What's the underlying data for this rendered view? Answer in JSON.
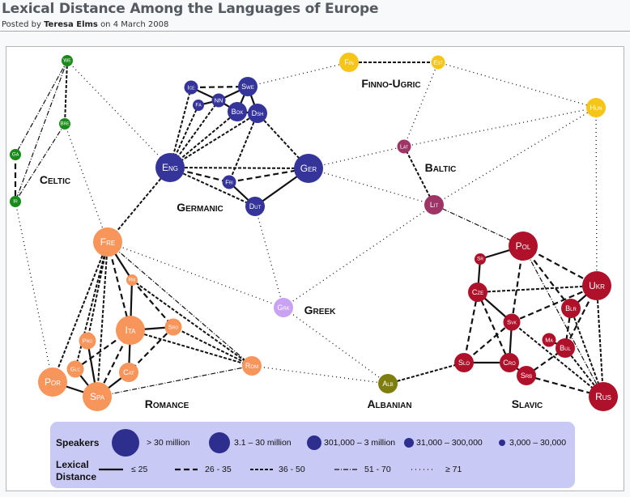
{
  "header": {
    "title": "Lexical Distance Among the Languages of Europe",
    "posted_by_prefix": "Posted by",
    "author": "Teresa Elms",
    "date_prefix": "on",
    "date": "4 March 2008"
  },
  "families": {
    "celtic": {
      "label": "Celtic",
      "color": "#1a8a1a"
    },
    "germanic": {
      "label": "Germanic",
      "color": "#34349a"
    },
    "finno_ugric": {
      "label": "Finno-Ugric",
      "color": "#f5c518"
    },
    "baltic": {
      "label": "Baltic",
      "color": "#9e3566"
    },
    "romance": {
      "label": "Romance",
      "color": "#f7955b"
    },
    "greek": {
      "label": "Greek",
      "color": "#c9a2f2"
    },
    "albanian": {
      "label": "Albanian",
      "color": "#7e7e10"
    },
    "slavic": {
      "label": "Slavic",
      "color": "#b0112a"
    }
  },
  "nodes": [
    {
      "id": "We",
      "label": "We",
      "family": "celtic",
      "speakers_class": 5
    },
    {
      "id": "Bre",
      "label": "Bre",
      "family": "celtic",
      "speakers_class": 5
    },
    {
      "id": "Ga",
      "label": "Ga",
      "family": "celtic",
      "speakers_class": 5
    },
    {
      "id": "Ir",
      "label": "Ir",
      "family": "celtic",
      "speakers_class": 5
    },
    {
      "id": "ICE",
      "label": "Ice",
      "family": "germanic",
      "speakers_class": 4
    },
    {
      "id": "Fa",
      "label": "Fa",
      "family": "germanic",
      "speakers_class": 5
    },
    {
      "id": "NN",
      "label": "NN",
      "family": "germanic",
      "speakers_class": 4
    },
    {
      "id": "SWE",
      "label": "Swe",
      "family": "germanic",
      "speakers_class": 2
    },
    {
      "id": "BOK",
      "label": "Bok",
      "family": "germanic",
      "speakers_class": 2
    },
    {
      "id": "DSH",
      "label": "Dsh",
      "family": "germanic",
      "speakers_class": 2
    },
    {
      "id": "ENG",
      "label": "Eng",
      "family": "germanic",
      "speakers_class": 1
    },
    {
      "id": "GER",
      "label": "Ger",
      "family": "germanic",
      "speakers_class": 1
    },
    {
      "id": "Fri",
      "label": "Fri",
      "family": "germanic",
      "speakers_class": 4
    },
    {
      "id": "DUT",
      "label": "Dut",
      "family": "germanic",
      "speakers_class": 2
    },
    {
      "id": "FIN",
      "label": "Fin",
      "family": "finno_ugric",
      "speakers_class": 2
    },
    {
      "id": "Est",
      "label": "Est",
      "family": "finno_ugric",
      "speakers_class": 4
    },
    {
      "id": "HUN",
      "label": "Hun",
      "family": "finno_ugric",
      "speakers_class": 2
    },
    {
      "id": "Lat",
      "label": "Lat",
      "family": "baltic",
      "speakers_class": 4
    },
    {
      "id": "LIT",
      "label": "Lit",
      "family": "baltic",
      "speakers_class": 2
    },
    {
      "id": "FRE",
      "label": "Fre",
      "family": "romance",
      "speakers_class": 1
    },
    {
      "id": "Rm",
      "label": "Rm",
      "family": "romance",
      "speakers_class": 5
    },
    {
      "id": "ITA",
      "label": "Ita",
      "family": "romance",
      "speakers_class": 1
    },
    {
      "id": "SRO",
      "label": "Sro",
      "family": "romance",
      "speakers_class": 3
    },
    {
      "id": "PRO",
      "label": "Pro",
      "family": "romance",
      "speakers_class": 3
    },
    {
      "id": "GLC",
      "label": "Glc",
      "family": "romance",
      "speakers_class": 3
    },
    {
      "id": "CAT",
      "label": "Cat",
      "family": "romance",
      "speakers_class": 2
    },
    {
      "id": "POR",
      "label": "Por",
      "family": "romance",
      "speakers_class": 1
    },
    {
      "id": "SPA",
      "label": "Spa",
      "family": "romance",
      "speakers_class": 1
    },
    {
      "id": "ROM",
      "label": "Rom",
      "family": "romance",
      "speakers_class": 2
    },
    {
      "id": "GRK",
      "label": "Grk",
      "family": "greek",
      "speakers_class": 2
    },
    {
      "id": "ALB",
      "label": "Alb",
      "family": "albanian",
      "speakers_class": 2
    },
    {
      "id": "POL",
      "label": "Pol",
      "family": "slavic",
      "speakers_class": 1
    },
    {
      "id": "Sr",
      "label": "Sr",
      "family": "slavic",
      "speakers_class": 5
    },
    {
      "id": "CZE",
      "label": "Cze",
      "family": "slavic",
      "speakers_class": 2
    },
    {
      "id": "UKR",
      "label": "Ukr",
      "family": "slavic",
      "speakers_class": 1
    },
    {
      "id": "BLR",
      "label": "Blr",
      "family": "slavic",
      "speakers_class": 2
    },
    {
      "id": "SVK",
      "label": "Svk",
      "family": "slavic",
      "speakers_class": 3
    },
    {
      "id": "Ma",
      "label": "Ma",
      "family": "slavic",
      "speakers_class": 4
    },
    {
      "id": "BUL",
      "label": "Bul",
      "family": "slavic",
      "speakers_class": 2
    },
    {
      "id": "SLO",
      "label": "Slo",
      "family": "slavic",
      "speakers_class": 2
    },
    {
      "id": "CRO",
      "label": "Cro",
      "family": "slavic",
      "speakers_class": 2
    },
    {
      "id": "SRB",
      "label": "Srb",
      "family": "slavic",
      "speakers_class": 2
    },
    {
      "id": "RUS",
      "label": "Rus",
      "family": "slavic",
      "speakers_class": 1
    }
  ],
  "edges": [
    [
      "We",
      "Bre",
      3
    ],
    [
      "Ga",
      "Ir",
      2
    ],
    [
      "We",
      "Ga",
      4
    ],
    [
      "We",
      "Ir",
      4
    ],
    [
      "Bre",
      "Ir",
      4
    ],
    [
      "We",
      "ENG",
      5
    ],
    [
      "Bre",
      "FRE",
      5
    ],
    [
      "Ir",
      "POR",
      5
    ],
    [
      "ICE",
      "SWE",
      2
    ],
    [
      "ICE",
      "NN",
      1
    ],
    [
      "NN",
      "SWE",
      1
    ],
    [
      "Fa",
      "NN",
      1
    ],
    [
      "SWE",
      "BOK",
      1
    ],
    [
      "SWE",
      "DSH",
      1
    ],
    [
      "BOK",
      "DSH",
      1
    ],
    [
      "NN",
      "BOK",
      1
    ],
    [
      "ICE",
      "ENG",
      3
    ],
    [
      "Fa",
      "ENG",
      3
    ],
    [
      "NN",
      "ENG",
      3
    ],
    [
      "BOK",
      "ENG",
      3
    ],
    [
      "DSH",
      "ENG",
      3
    ],
    [
      "ENG",
      "GER",
      3
    ],
    [
      "ENG",
      "Fri",
      2
    ],
    [
      "ENG",
      "DUT",
      3
    ],
    [
      "Fri",
      "GER",
      2
    ],
    [
      "Fri",
      "DUT",
      1
    ],
    [
      "DUT",
      "GER",
      1
    ],
    [
      "DSH",
      "GER",
      3
    ],
    [
      "DSH",
      "Fri",
      3
    ],
    [
      "SWE",
      "FIN",
      5
    ],
    [
      "GER",
      "Lat",
      5
    ],
    [
      "GER",
      "LIT",
      5
    ],
    [
      "ENG",
      "FRE",
      3
    ],
    [
      "DUT",
      "GRK",
      5
    ],
    [
      "FIN",
      "Est",
      3
    ],
    [
      "Est",
      "HUN",
      5
    ],
    [
      "Est",
      "Lat",
      5
    ],
    [
      "Lat",
      "HUN",
      5
    ],
    [
      "LIT",
      "HUN",
      5
    ],
    [
      "HUN",
      "UKR",
      5
    ],
    [
      "Lat",
      "LIT",
      3
    ],
    [
      "LIT",
      "POL",
      4
    ],
    [
      "LIT",
      "GRK",
      5
    ],
    [
      "FRE",
      "Rm",
      1
    ],
    [
      "Rm",
      "ITA",
      1
    ],
    [
      "ITA",
      "SRO",
      1
    ],
    [
      "ITA",
      "CAT",
      1
    ],
    [
      "CAT",
      "SPA",
      1
    ],
    [
      "POR",
      "SPA",
      1
    ],
    [
      "GLC",
      "SPA",
      1
    ],
    [
      "PRO",
      "SPA",
      1
    ],
    [
      "FRE",
      "POR",
      3
    ],
    [
      "FRE",
      "GLC",
      3
    ],
    [
      "FRE",
      "PRO",
      3
    ],
    [
      "FRE",
      "SPA",
      3
    ],
    [
      "FRE",
      "ITA",
      2
    ],
    [
      "ITA",
      "SPA",
      2
    ],
    [
      "ITA",
      "GLC",
      2
    ],
    [
      "SRO",
      "CAT",
      2
    ],
    [
      "Rm",
      "SRO",
      2
    ],
    [
      "Rm",
      "ROM",
      3
    ],
    [
      "SRO",
      "ROM",
      3
    ],
    [
      "ITA",
      "ROM",
      3
    ],
    [
      "FRE",
      "ROM",
      4
    ],
    [
      "SPA",
      "ROM",
      4
    ],
    [
      "FRE",
      "GRK",
      5
    ],
    [
      "ROM",
      "ALB",
      5
    ],
    [
      "GRK",
      "ALB",
      5
    ],
    [
      "ALB",
      "SLO",
      3
    ],
    [
      "POL",
      "Sr",
      1
    ],
    [
      "Sr",
      "CZE",
      1
    ],
    [
      "CZE",
      "SVK",
      1
    ],
    [
      "SVK",
      "CRO",
      1
    ],
    [
      "SLO",
      "CRO",
      1
    ],
    [
      "CRO",
      "SRB",
      1
    ],
    [
      "POL",
      "SVK",
      2
    ],
    [
      "POL",
      "UKR",
      2
    ],
    [
      "POL",
      "BLR",
      2
    ],
    [
      "POL",
      "RUS",
      4
    ],
    [
      "CZE",
      "UKR",
      3
    ],
    [
      "CZE",
      "SLO",
      2
    ],
    [
      "CZE",
      "CRO",
      2
    ],
    [
      "SVK",
      "UKR",
      2
    ],
    [
      "SVK",
      "SLO",
      2
    ],
    [
      "SVK",
      "RUS",
      3
    ],
    [
      "UKR",
      "BLR",
      1
    ],
    [
      "UKR",
      "BUL",
      2
    ],
    [
      "UKR",
      "RUS",
      3
    ],
    [
      "BLR",
      "RUS",
      3
    ],
    [
      "BLR",
      "BUL",
      2
    ],
    [
      "BUL",
      "RUS",
      3
    ],
    [
      "SRB",
      "RUS",
      2
    ],
    [
      "SRB",
      "BUL",
      2
    ],
    [
      "Ma",
      "BUL",
      1
    ]
  ],
  "legend": {
    "speakers_title": "Speakers",
    "speakers": [
      "> 30 million",
      "3.1 – 30 million",
      "301,000 – 3 million",
      "31,000 – 300,000",
      "3,000 – 30,000"
    ],
    "distance_title_1": "Lexical",
    "distance_title_2": "Distance",
    "distances": [
      "≤ 25",
      "26 - 35",
      "36 - 50",
      "51 - 70",
      "≥ 71"
    ],
    "swatch_color": "#2e2e8f",
    "background": "#c9c9f6"
  }
}
